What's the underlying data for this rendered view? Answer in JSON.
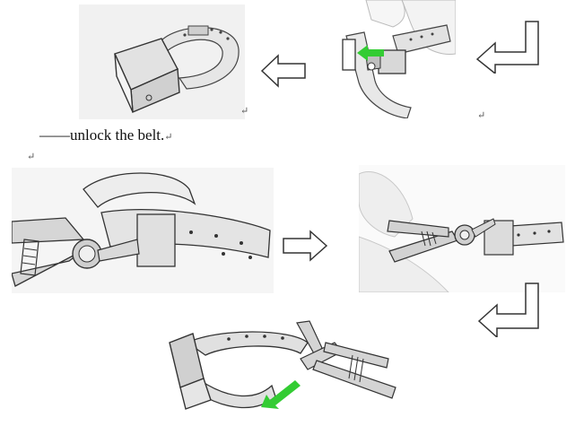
{
  "caption": {
    "dash": "——",
    "text": "unlock the belt.",
    "mark": "↵"
  },
  "paragraph_mark": "↵",
  "marks": {
    "top_left": "↵",
    "top_right": "↵",
    "mid_left": "↵",
    "mid_marker": "·"
  },
  "colors": {
    "arrow_green": "#33cc33",
    "line": "#333333",
    "shade": "#d9d9d9",
    "background": "#ffffff"
  },
  "icons": [
    "right-arrow-outline",
    "left-arrow-outline",
    "l-arrow-outline",
    "green-arrow"
  ]
}
